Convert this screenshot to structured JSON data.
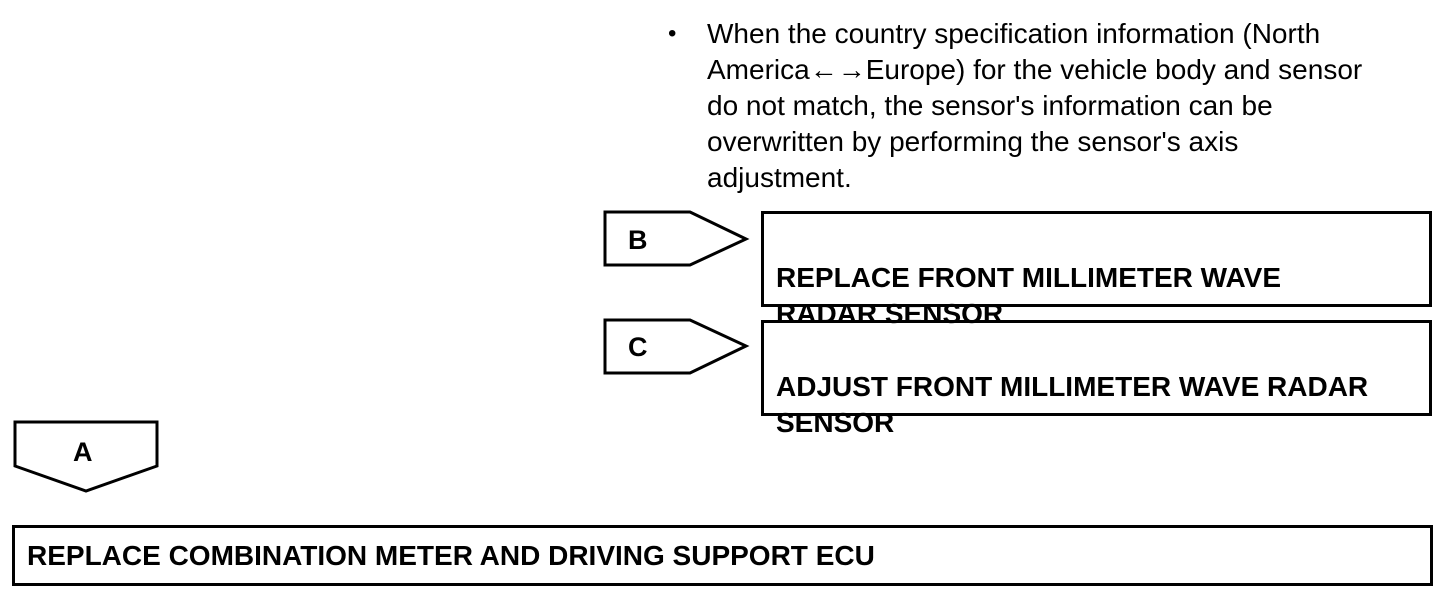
{
  "note": {
    "bullet": "•",
    "text": "When the country specification information (North\nAmerica←→Europe) for the vehicle body and sensor\ndo not match, the sensor's information can be\noverwritten by performing the sensor's axis\nadjustment."
  },
  "branch_b": {
    "tag": "B",
    "result": "REPLACE FRONT MILLIMETER WAVE\nRADAR SENSOR"
  },
  "branch_c": {
    "tag": "C",
    "result": "ADJUST FRONT MILLIMETER WAVE RADAR\nSENSOR"
  },
  "branch_a": {
    "tag": "A",
    "result": "REPLACE COMBINATION METER AND DRIVING SUPPORT ECU"
  }
}
